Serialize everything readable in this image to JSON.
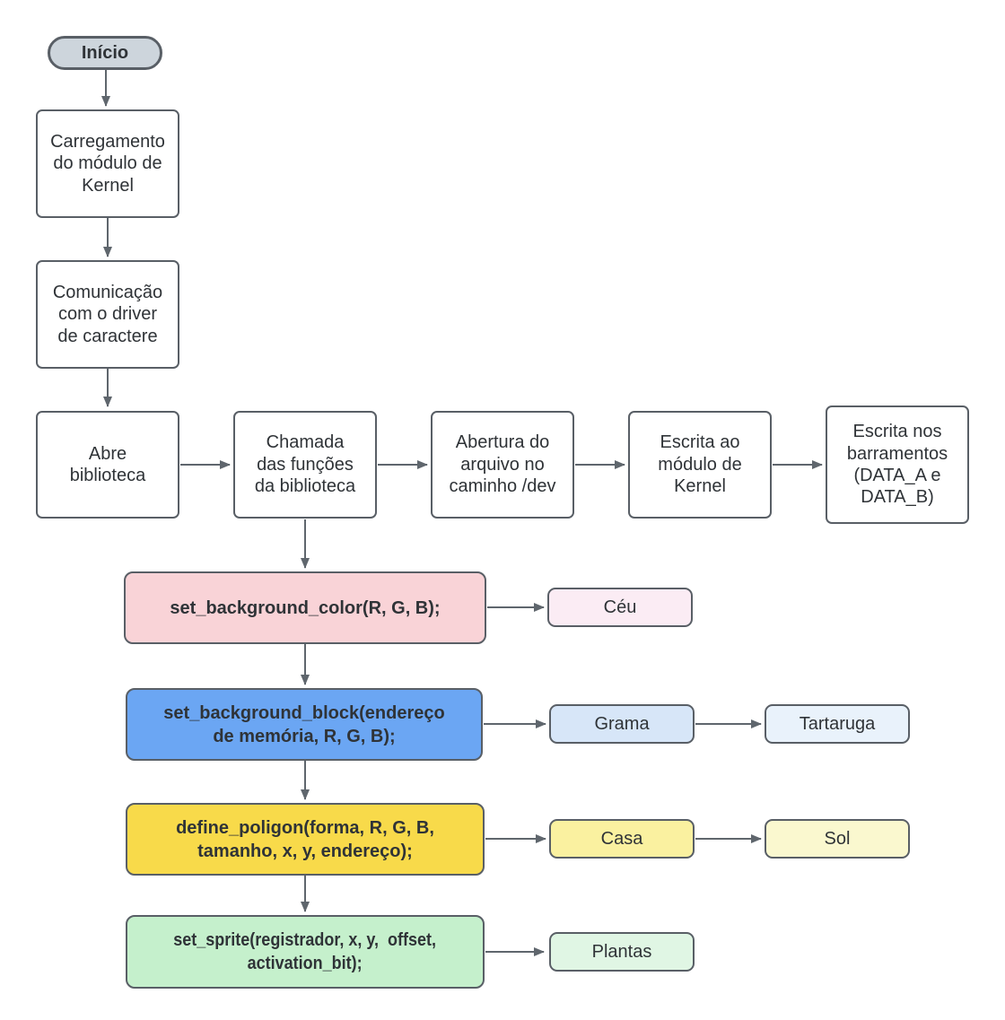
{
  "colors": {
    "border": "#595F66",
    "arrow": "#5F666D",
    "text": "#2F3337",
    "start_fill": "#CDD5DC",
    "pink_fill": "#F9D3D7",
    "pink_light_fill": "#FBECF4",
    "blue_fill": "#6BA6F3",
    "blue_light_fill": "#D7E6F8",
    "blue_lighter_fill": "#E9F2FB",
    "yellow_fill": "#F8DA4A",
    "yellow_light_fill": "#FAF1A0",
    "yellow_lighter_fill": "#FAF8CF",
    "green_fill": "#C5F0CC",
    "green_light_fill": "#E0F6E4"
  },
  "nodes": {
    "inicio": {
      "label": "Início",
      "fill": "#CDD5DC"
    },
    "carregamento": {
      "label": "Carregamento\ndo módulo de\nKernel"
    },
    "comunicacao": {
      "label": "Comunicação\ncom o driver\nde caractere"
    },
    "abre_biblioteca": {
      "label": "Abre\nbiblioteca"
    },
    "chamada_funcoes": {
      "label": "Chamada\ndas funções\nda biblioteca"
    },
    "abertura_arquivo": {
      "label": "Abertura do\narquivo no\ncaminho /dev"
    },
    "escrita_modulo": {
      "label": "Escrita ao\nmódulo de\nKernel"
    },
    "escrita_barramentos": {
      "label": "Escrita nos\nbarramentos\n(DATA_A e\nDATA_B)"
    },
    "set_background_color": {
      "label": "set_background_color(R, G, B);",
      "fill": "#F9D3D7"
    },
    "ceu": {
      "label": "Céu",
      "fill": "#FBECF4"
    },
    "set_background_block": {
      "label": "set_background_block(endereço\nde memória, R, G, B);",
      "fill": "#6BA6F3"
    },
    "grama": {
      "label": "Grama",
      "fill": "#D7E6F8"
    },
    "tartaruga": {
      "label": "Tartaruga",
      "fill": "#E9F2FB"
    },
    "define_poligon": {
      "label": "define_poligon(forma, R, G, B,\ntamanho, x, y, endereço);",
      "fill": "#F8DA4A"
    },
    "casa": {
      "label": "Casa",
      "fill": "#FAF1A0"
    },
    "sol": {
      "label": "Sol",
      "fill": "#FAF8CF"
    },
    "set_sprite": {
      "label": "set_sprite(registrador, x, y,  offset,\nactivation_bit);",
      "fill": "#C5F0CC"
    },
    "plantas": {
      "label": "Plantas",
      "fill": "#E0F6E4"
    }
  }
}
